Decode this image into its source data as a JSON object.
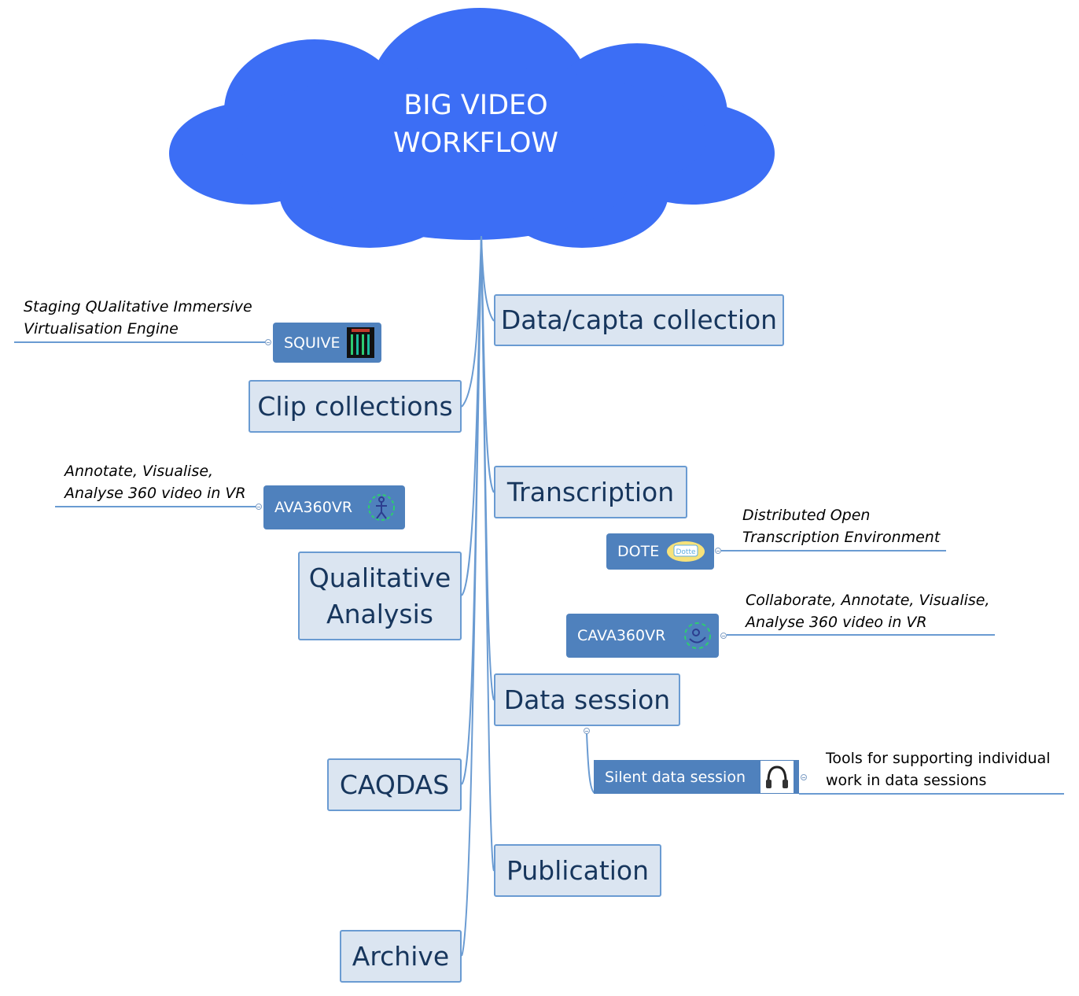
{
  "title": {
    "line1": "BIG VIDEO",
    "line2": "WORKFLOW"
  },
  "topics": {
    "data_collection": "Data/capta collection",
    "clip_collections": "Clip collections",
    "transcription": "Transcription",
    "qualitative_analysis": {
      "line1": "Qualitative",
      "line2": "Analysis"
    },
    "data_session": "Data session",
    "caqdas": "CAQDAS",
    "publication": "Publication",
    "archive": "Archive"
  },
  "tools": {
    "squive": "SQUIVE",
    "ava360vr": "AVA360VR",
    "dote": "DOTE",
    "cava360vr": "CAVA360VR",
    "silent_data_session": "Silent data session"
  },
  "notes": {
    "squive": {
      "line1": "Staging QUalitative Immersive",
      "line2": "Virtualisation Engine"
    },
    "ava360vr": {
      "line1": "Annotate, Visualise,",
      "line2": "Analyse 360 video in VR"
    },
    "dote": {
      "line1": "Distributed Open",
      "line2": "Transcription Environment"
    },
    "cava360vr": {
      "line1": "Collaborate, Annotate, Visualise,",
      "line2": "Analyse 360 video in VR"
    },
    "silent_data_session": {
      "line1": "Tools for supporting individual",
      "line2": "work in data sessions"
    }
  },
  "logos": {
    "squive": "squive-logo",
    "ava360vr": "ava360vr-logo",
    "dote": "dote-logo",
    "dote_text": "Dotte",
    "cava360vr": "cava360vr-logo",
    "silent": "headphones-icon"
  },
  "colors": {
    "cloud": "#3c6ef5",
    "topic_fill": "#dbe5f1",
    "topic_border": "#6a9bd2",
    "topic_text": "#17365d",
    "tool_fill": "#4f81bd",
    "connector": "#6a9bd2"
  }
}
